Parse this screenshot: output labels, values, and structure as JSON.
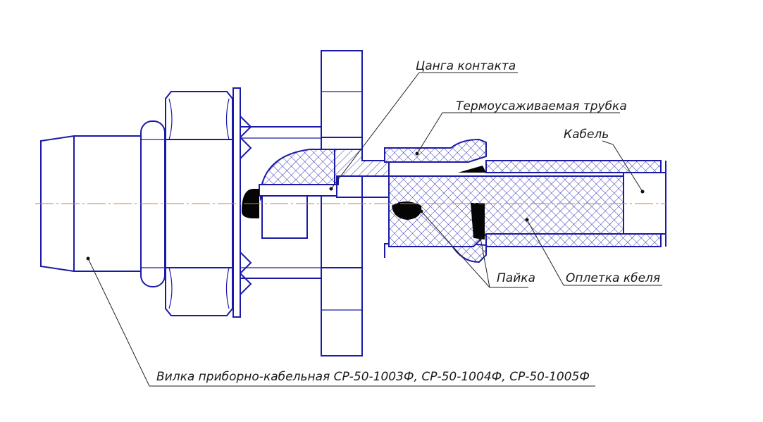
{
  "labels": {
    "collet": "Цанга контакта",
    "heatshrink": "Термоусаживаемая трубка",
    "cable": "Кабель",
    "solder": "Пайка",
    "braid": "Оплетка кбеля",
    "plug": "Вилка приборно-кабельная СР-50-1003Ф, СР-50-1004Ф, СР-50-1005Ф"
  },
  "colors": {
    "outline": "#1b1aa8",
    "centerline": "#c8873a",
    "text": "#1a1a1a"
  }
}
